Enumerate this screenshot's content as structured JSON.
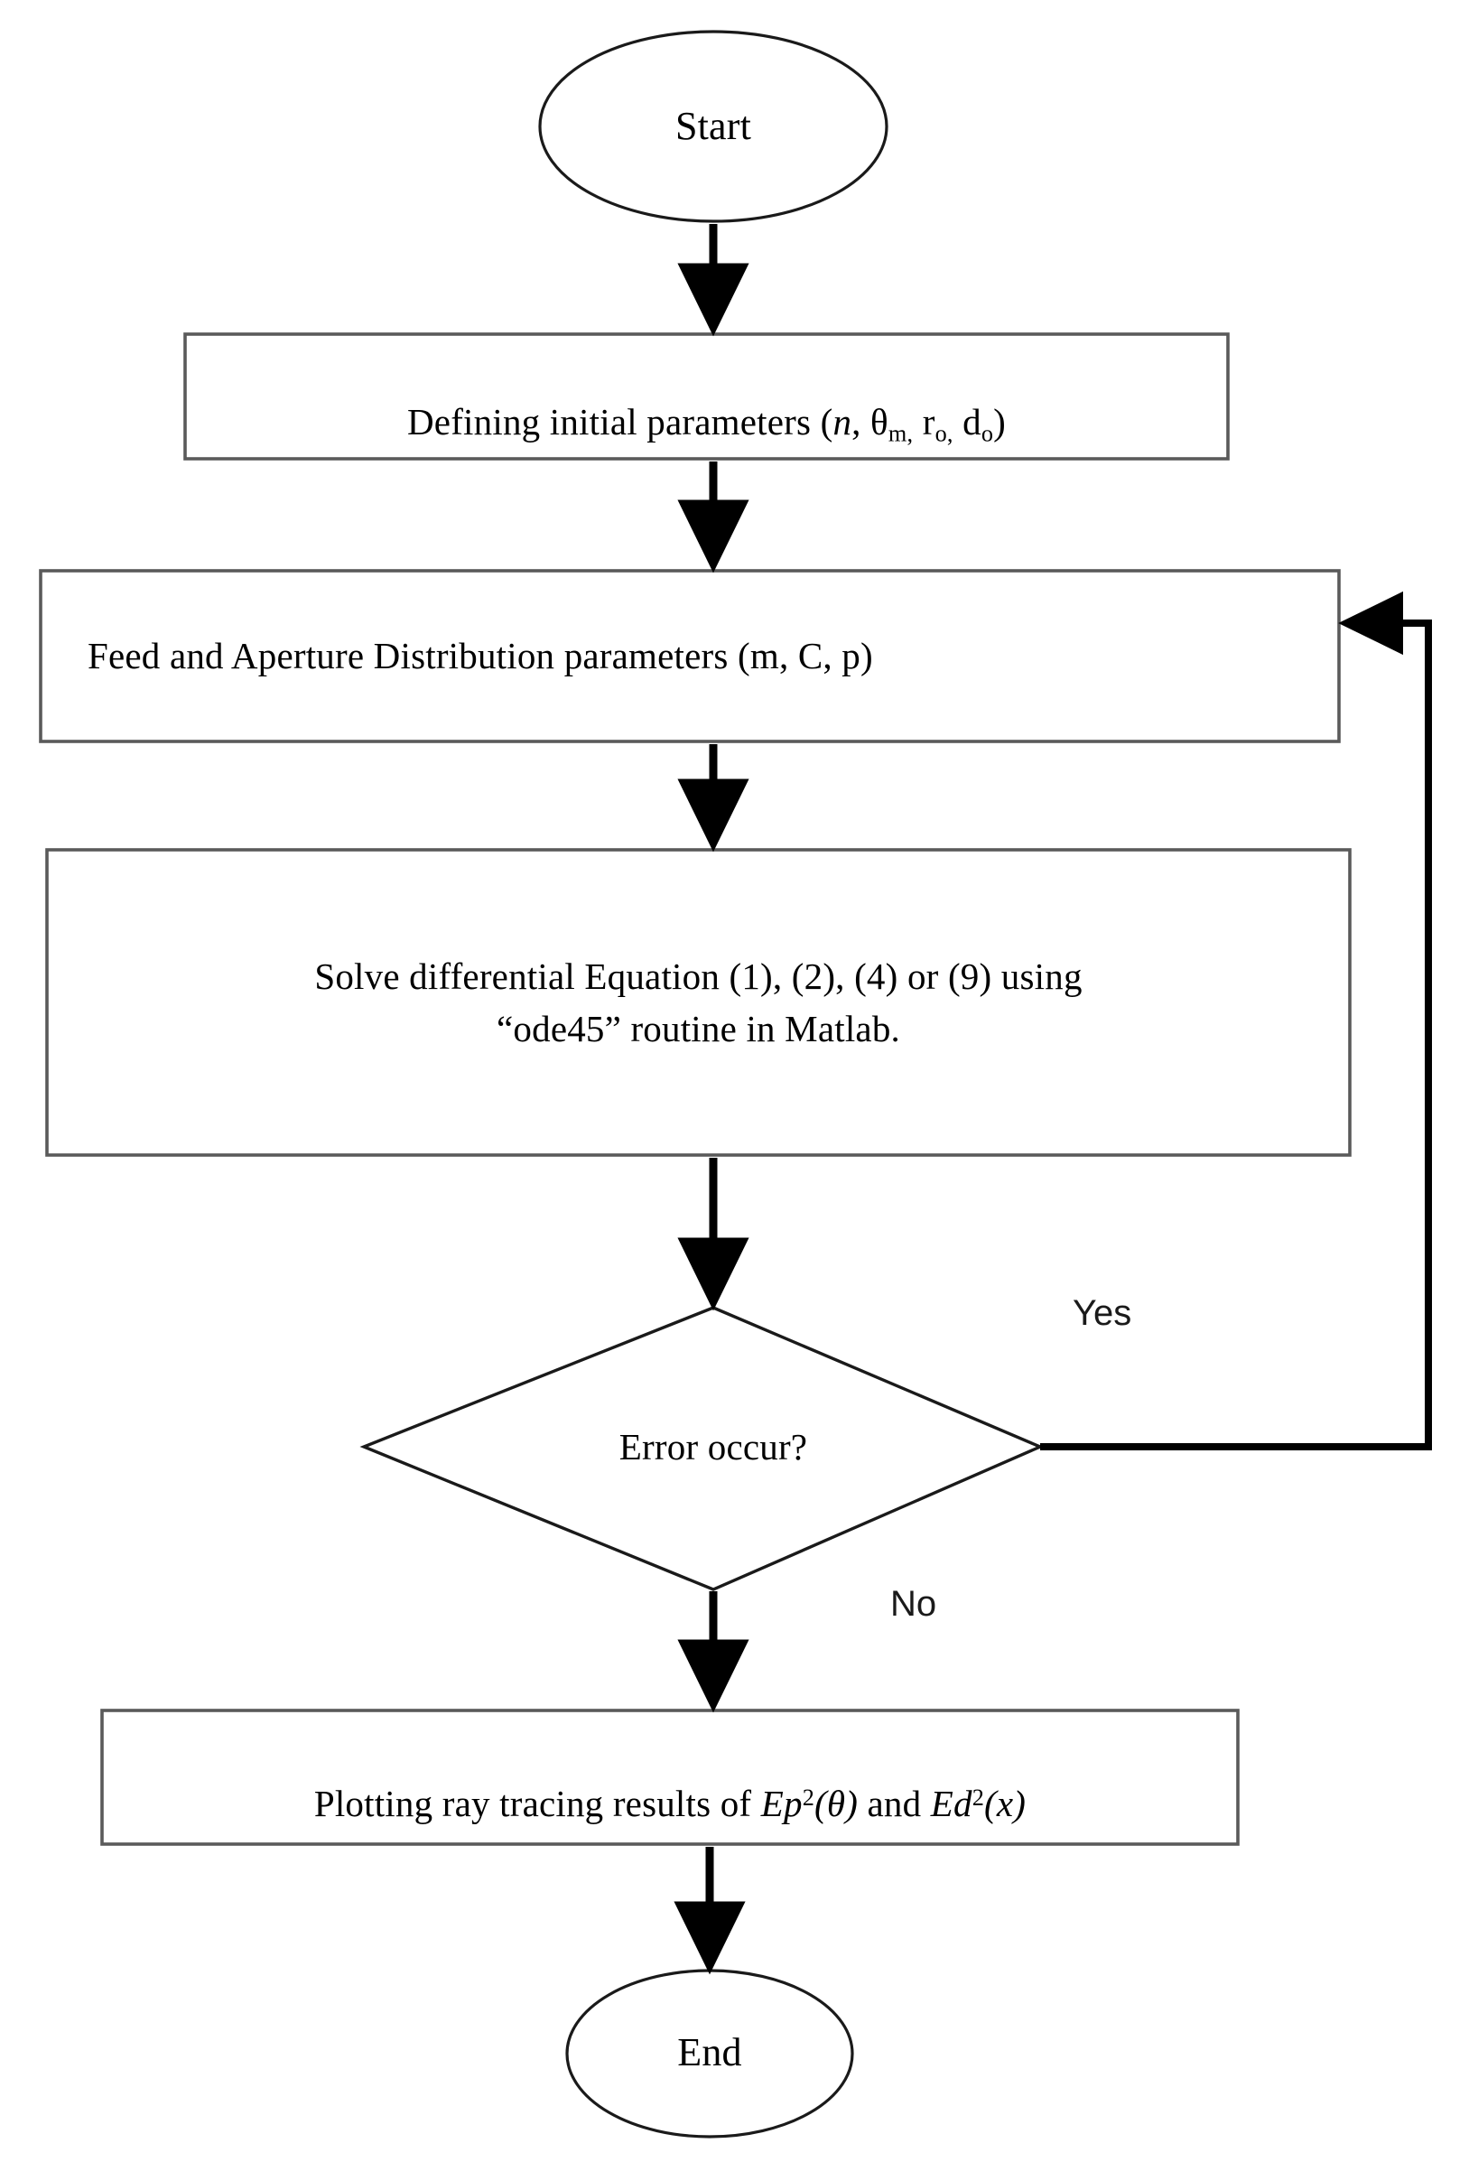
{
  "diagram": {
    "title": "Ray tracing simulation flowchart",
    "colors": {
      "stroke": "#1a1a1a",
      "box_stroke": "#5a5a5a",
      "arrow": "#000000",
      "background": "#ffffff",
      "text": "#000000"
    },
    "nodes": [
      {
        "id": "start",
        "shape": "ellipse",
        "label": "Start"
      },
      {
        "id": "define-parameters",
        "shape": "process",
        "label": "Defining initial parameters (n, θm, ro, do)",
        "label_parts": {
          "prefix": "Defining initial parameters (",
          "var1": "n",
          "sep1": ", ",
          "var2": "θ",
          "var2_sub": "m,",
          "var3": "r",
          "var3_sub": "o,",
          "var4": "d",
          "var4_sub": "o",
          "suffix": ")"
        }
      },
      {
        "id": "feed-aperture",
        "shape": "process",
        "label": "Feed and Aperture Distribution parameters (m, C, p)"
      },
      {
        "id": "solve-ode",
        "shape": "process",
        "label": "Solve differential Equation (1), (2), (4) or (9) using\n“ode45” routine in Matlab.",
        "line1": "Solve differential Equation (1), (2), (4) or (9) using",
        "line2": "“ode45” routine in Matlab."
      },
      {
        "id": "error-check",
        "shape": "decision",
        "label": "Error occur?"
      },
      {
        "id": "plot-results",
        "shape": "process",
        "label": "Plotting ray tracing results of Ep2(θ) and Ed2(x)",
        "label_parts": {
          "prefix": "Plotting ray tracing results of ",
          "expr1_base": "Ep",
          "expr1_sup": "2",
          "expr1_arg": "(θ)",
          "middle": " and ",
          "expr2_base": "Ed",
          "expr2_sup": "2",
          "expr2_arg": "(x)"
        }
      },
      {
        "id": "end",
        "shape": "ellipse",
        "label": "End"
      }
    ],
    "edges": [
      {
        "id": "start-to-define",
        "from": "start",
        "to": "define-parameters",
        "label": ""
      },
      {
        "id": "define-to-feed",
        "from": "define-parameters",
        "to": "feed-aperture",
        "label": ""
      },
      {
        "id": "feed-to-solve",
        "from": "feed-aperture",
        "to": "solve-ode",
        "label": ""
      },
      {
        "id": "solve-to-error",
        "from": "solve-ode",
        "to": "error-check",
        "label": ""
      },
      {
        "id": "error-yes-loop",
        "from": "error-check",
        "to": "feed-aperture",
        "label": "Yes"
      },
      {
        "id": "error-no",
        "from": "error-check",
        "to": "plot-results",
        "label": "No"
      },
      {
        "id": "plot-to-end",
        "from": "plot-results",
        "to": "end",
        "label": ""
      }
    ],
    "branch_labels": {
      "yes": "Yes",
      "no": "No"
    }
  }
}
